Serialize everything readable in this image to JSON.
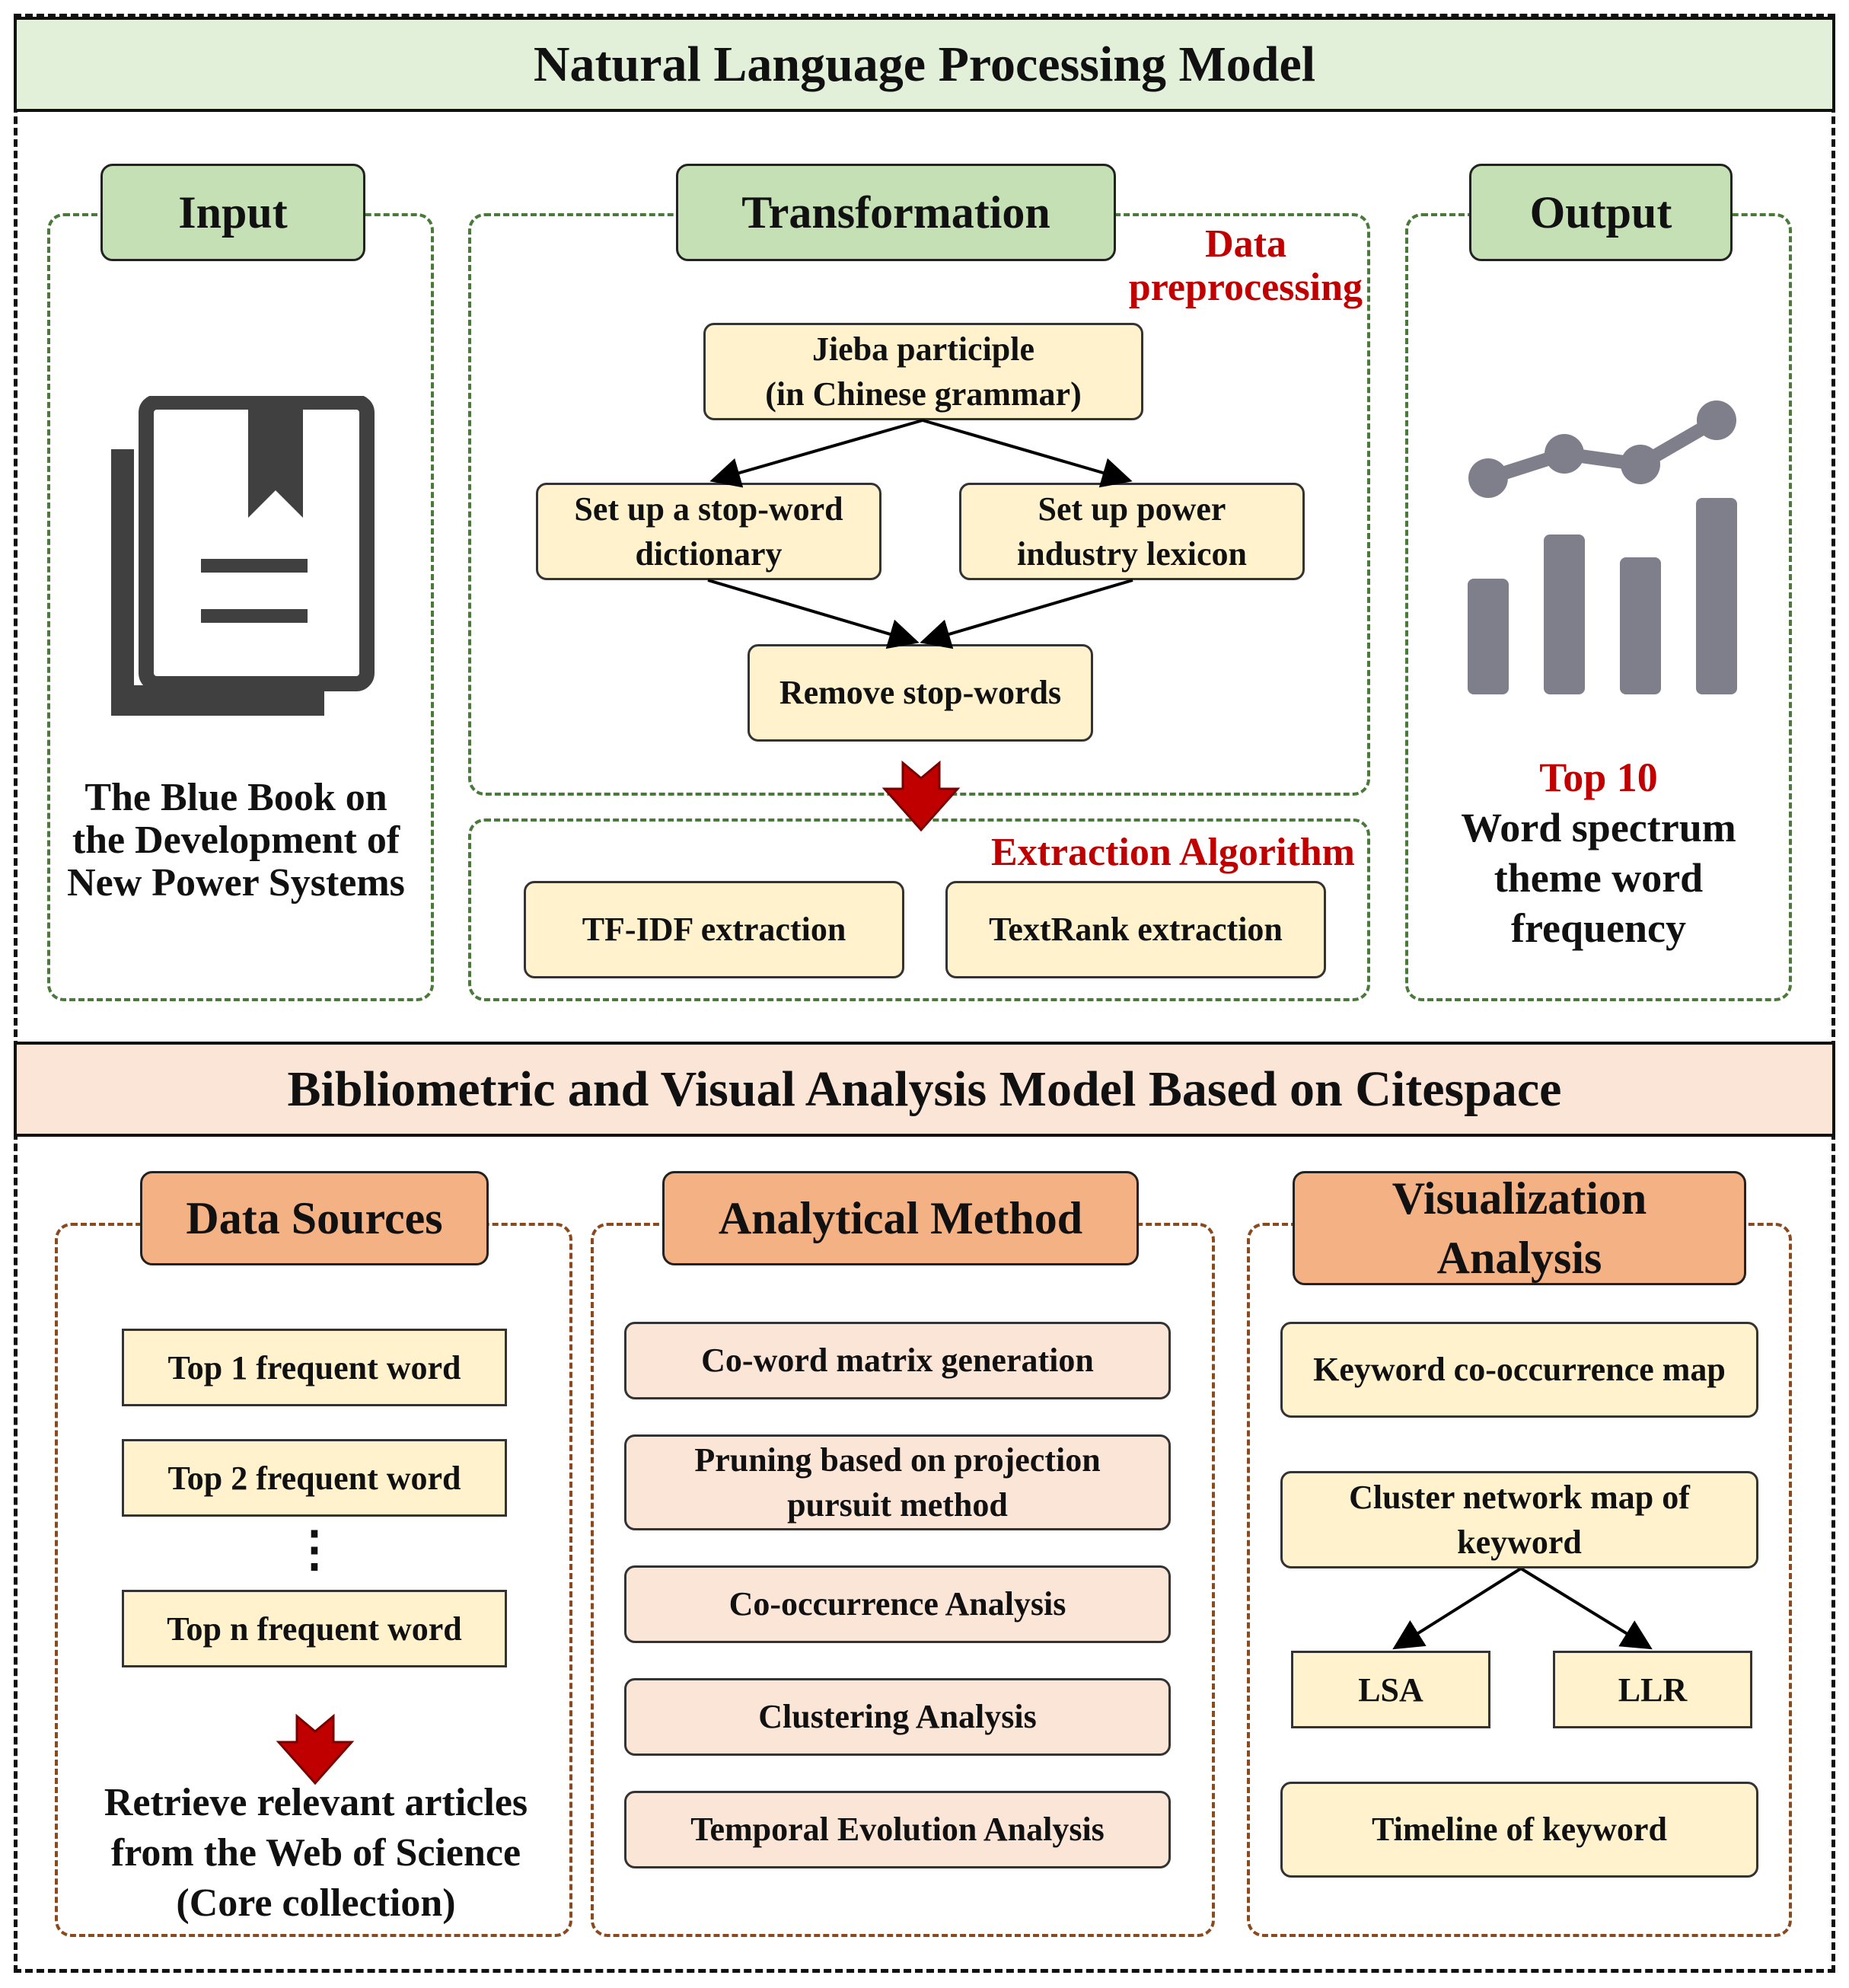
{
  "nlp_model": {
    "title": "Natural Language Processing Model",
    "input": {
      "label": "Input",
      "caption": "The Blue Book on the Development of New Power Systems"
    },
    "transformation": {
      "label": "Transformation",
      "preprocessing_heading_1": "Data",
      "preprocessing_heading_2": "preprocessing",
      "jieba_line1": "Jieba participle",
      "jieba_line2": "(in Chinese grammar)",
      "stopword_dict_line1": "Set up a stop-word",
      "stopword_dict_line2": "dictionary",
      "lexicon_line1": "Set up power",
      "lexicon_line2": "industry lexicon",
      "remove_stopwords": "Remove stop-words",
      "extraction_heading": "Extraction Algorithm",
      "tfidf": "TF-IDF extraction",
      "textrank": "TextRank extraction"
    },
    "output": {
      "label": "Output",
      "top": "Top 10",
      "caption": "Word spectrum theme word frequency",
      "icon": "chart-icon"
    }
  },
  "citespace_model": {
    "title": "Bibliometric and Visual Analysis Model Based on Citespace",
    "data_sources": {
      "label": "Data Sources",
      "items": [
        "Top 1 frequent word",
        "Top 2 frequent word",
        "Top n frequent word"
      ],
      "ellipsis": "⋮",
      "caption": "Retrieve relevant articles from the Web of Science (Core collection)"
    },
    "analytical_method": {
      "label": "Analytical Method",
      "items": [
        "Co-word matrix generation",
        "Pruning based on projection pursuit method",
        "Co-occurrence Analysis",
        "Clustering Analysis",
        "Temporal Evolution Analysis"
      ]
    },
    "visualization": {
      "label": "Visualization Analysis",
      "keyword_map": "Keyword co-occurrence map",
      "cluster_map": "Cluster network map of keyword",
      "lsa": "LSA",
      "llr": "LLR",
      "timeline": "Timeline of keyword"
    }
  },
  "colors": {
    "green_banner": "#e2f0d9",
    "green_tab": "#c5e0b4",
    "peach_banner": "#fbe5d6",
    "peach_tab": "#f4b183",
    "yellow_box": "#fff2cc",
    "accent_red": "#c00000",
    "icon_gray": "#7f7f8c"
  }
}
